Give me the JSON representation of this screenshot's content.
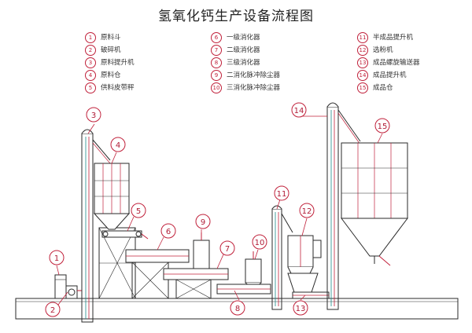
{
  "title": "氢氧化钙生产设备流程图",
  "legend": [
    {
      "num": "1",
      "label": "原料斗"
    },
    {
      "num": "2",
      "label": "破碎机"
    },
    {
      "num": "3",
      "label": "原料提升机"
    },
    {
      "num": "4",
      "label": "原料仓"
    },
    {
      "num": "5",
      "label": "供料皮带秤"
    },
    {
      "num": "6",
      "label": "一级消化器"
    },
    {
      "num": "7",
      "label": "二级消化器"
    },
    {
      "num": "8",
      "label": "三级消化器"
    },
    {
      "num": "9",
      "label": "二消化脉冲除尘器"
    },
    {
      "num": "10",
      "label": "三消化脉冲除尘器"
    },
    {
      "num": "11",
      "label": "半成品提升机"
    },
    {
      "num": "12",
      "label": "选粉机"
    },
    {
      "num": "13",
      "label": "成品螺旋输送器"
    },
    {
      "num": "14",
      "label": "成品提升机"
    },
    {
      "num": "15",
      "label": "成品仓"
    }
  ],
  "colors": {
    "line": "#2a2a2a",
    "callout": "#c0203a",
    "frame_accent": "#1d8a8a",
    "pipe_accent": "#c0203a"
  }
}
